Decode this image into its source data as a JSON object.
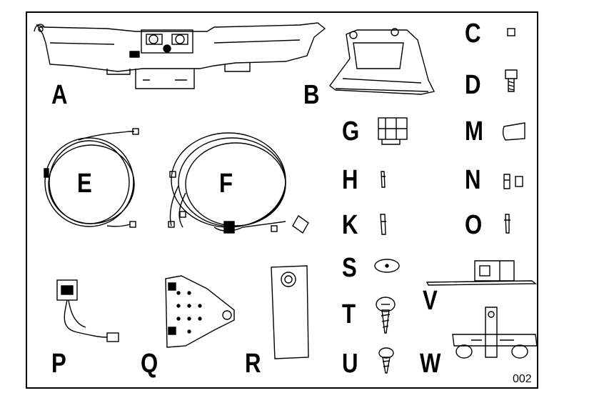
{
  "diagram": {
    "figure_number": "002",
    "labels": {
      "A": "A",
      "B": "B",
      "C": "C",
      "D": "D",
      "E": "E",
      "F": "F",
      "G": "G",
      "H": "H",
      "K": "K",
      "M": "M",
      "N": "N",
      "O": "O",
      "P": "P",
      "Q": "Q",
      "R": "R",
      "S": "S",
      "T": "T",
      "U": "U",
      "V": "V",
      "W": "W"
    }
  }
}
